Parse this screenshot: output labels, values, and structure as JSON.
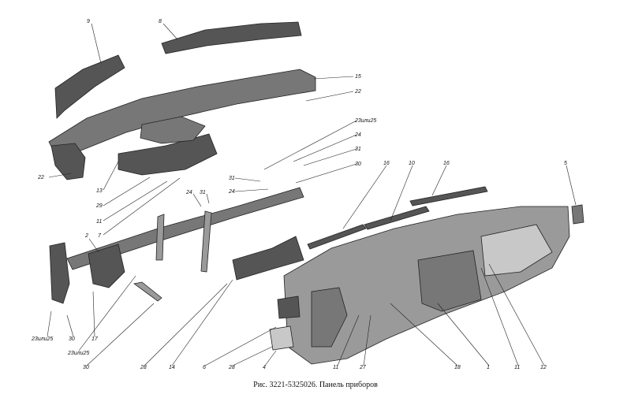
{
  "caption": "Рис. 3221-5325026. Панель приборов",
  "labels": [
    "9",
    "8",
    "15",
    "22",
    "23или25",
    "24",
    "31",
    "30",
    "16",
    "10",
    "16",
    "5",
    "22",
    "13",
    "29",
    "11",
    "7",
    "2",
    "24",
    "31",
    "31",
    "24",
    "23или25",
    "30",
    "17",
    "23или25",
    "30",
    "28",
    "14",
    "6",
    "28",
    "4",
    "11",
    "27",
    "18",
    "1",
    "11",
    "12"
  ]
}
